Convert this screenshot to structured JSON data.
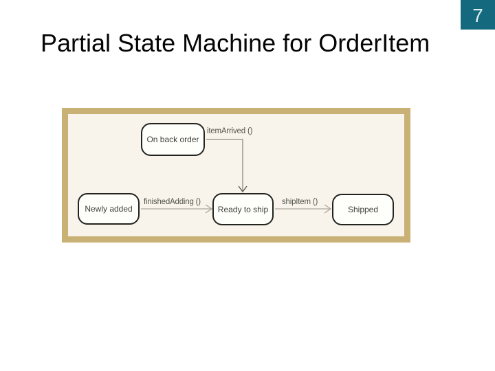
{
  "page": {
    "number": "7",
    "title": "Partial State Machine for OrderItem"
  },
  "colors": {
    "page_number_bg": "#15697f",
    "page_number_fg": "#ddeff2",
    "frame_border": "#c9b176",
    "frame_bg": "#f8f4eb",
    "state_fill": "#fefefb",
    "state_border": "#23231f",
    "state_text": "#41413b",
    "transition_line_light": "#aca79d",
    "transition_line_dark": "#8a8a82",
    "transition_text": "#54544c"
  },
  "diagram": {
    "type": "uml-state-machine",
    "states": [
      {
        "id": "on-back-order",
        "label": "On back order"
      },
      {
        "id": "newly-added",
        "label": "Newly added"
      },
      {
        "id": "ready-to-ship",
        "label": "Ready to ship"
      },
      {
        "id": "shipped",
        "label": "Shipped"
      }
    ],
    "transitions": [
      {
        "from": "on-back-order",
        "to": "ready-to-ship",
        "label": "itemArrived ()"
      },
      {
        "from": "newly-added",
        "to": "ready-to-ship",
        "label": "finishedAdding ()"
      },
      {
        "from": "ready-to-ship",
        "to": "shipped",
        "label": "shipItem ()"
      }
    ]
  }
}
